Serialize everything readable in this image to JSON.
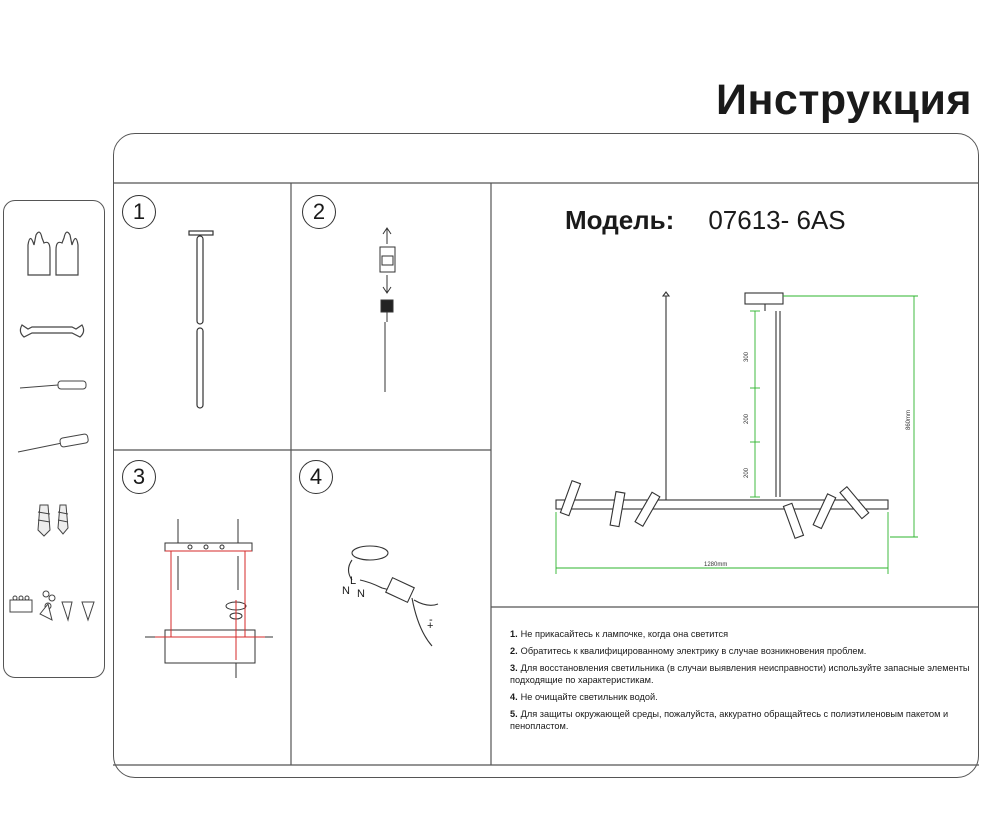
{
  "title": "Инструкция",
  "model": {
    "label": "Модель:",
    "code": "07613- 6AS"
  },
  "steps": [
    "1",
    "2",
    "3",
    "4"
  ],
  "tools": [
    "gloves-icon",
    "wrench-icon",
    "screwdriver-icon",
    "phillips-screwdriver-icon",
    "screws-icon",
    "connectors-icon"
  ],
  "dimensions": {
    "seg1": "300",
    "seg2": "200",
    "seg3": "200",
    "height": "860mm",
    "width": "1280mm"
  },
  "wiring": {
    "l": "L",
    "n": "N",
    "n2": "N",
    "plus": "+",
    "minus": "-"
  },
  "instructions": [
    {
      "num": "1.",
      "text": "Не прикасайтесь к лампочке, когда она светится"
    },
    {
      "num": "2.",
      "text": "Обратитесь к квалифицированному электрику в случае возникновения проблем."
    },
    {
      "num": "3.",
      "text": "Для восстановления светильника (в случаи выявления неисправности) используйте запасные элементы подходящие по характеристикам."
    },
    {
      "num": "4.",
      "text": "Не очищайте светильник водой."
    },
    {
      "num": "5.",
      "text": "Для защиты окружающей среды, пожалуйста, аккуратно обращайтесь с полиэтиленовым пакетом и пенопластом."
    }
  ],
  "colors": {
    "accent_line": "#2db42d",
    "red_line": "#d62a2a"
  }
}
